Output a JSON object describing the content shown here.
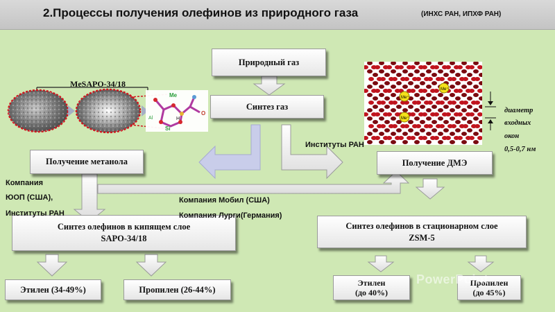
{
  "header": {
    "title": "2.Процессы получения олефинов из природного газа",
    "subtitle": "(ИНХС РАН, ИПХФ РАН)"
  },
  "nodes": {
    "natural_gas": "Природный газ",
    "syngas": "Синтез газ",
    "methanol": "Получение метанола",
    "dme": "Получение ДМЭ",
    "fluid_bed_line1": "Синтез олефинов в кипящем слое",
    "fluid_bed_line2": "SAPO-34/18",
    "fixed_bed_line1": "Синтез олефинов в стационарном слое",
    "fixed_bed_line2": "ZSM-5",
    "ethylene_left": "Этилен (34-49%)",
    "propylene_left": "Пропилен (26-44%)",
    "ethylene_right_line1": "Этилен",
    "ethylene_right_line2": "(до 40%)",
    "propylene_right_line1": "Пропилен",
    "propylene_right_line2": "(до 45%)"
  },
  "labels": {
    "institutes": "Институты РАН",
    "company_uop_1": "Компания",
    "company_uop_2": "ЮОП (США),",
    "company_uop_3": "Институты РАН",
    "company_mobil": "Компания Мобил (США)",
    "company_lurgi": "Компания Лурги(Германия)",
    "mesapo": "MeSAPO-34/18"
  },
  "structure": {
    "me_label": "Me",
    "al_label": "Al",
    "si_label": "Si",
    "o_label": "O",
    "h_label": "H"
  },
  "zeolite": {
    "me_label": "Me⁺",
    "window_1": "диаметр",
    "window_2": "входных",
    "window_3": "окон",
    "window_4": "0,5-0,7 нм"
  },
  "watermark": "PowerPoint",
  "colors": {
    "background": "#cfe8b4",
    "arrow_fill": "#ffffff",
    "arrow_blue": "#c9cdea",
    "crystal_red": "#c0141e"
  }
}
